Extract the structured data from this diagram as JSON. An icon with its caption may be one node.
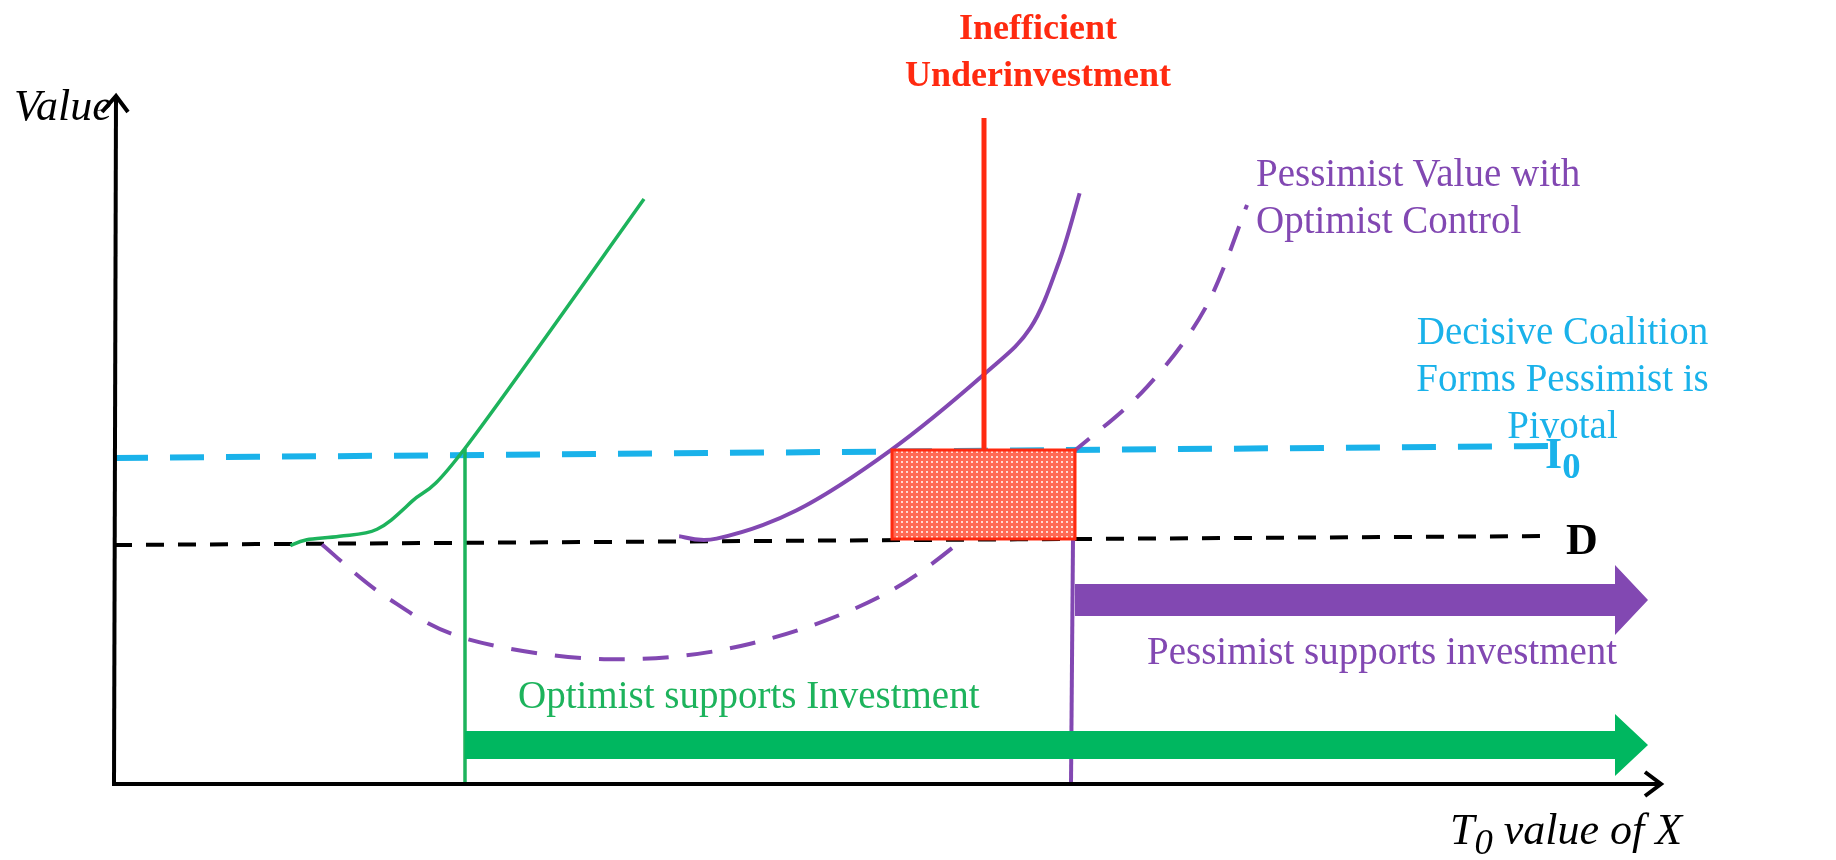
{
  "diagram": {
    "nodes": [
      {
        "text": [
          "Inefficient Underinvestment"
        ]
      },
      {
        "text": [],
        "shape": "box"
      }
    ],
    "edges": [
      {
        "from": 0,
        "to": 1,
        "arrow": "none"
      }
    ],
    "labels": [
      "Value",
      "Pessimist Value with Optimist Control",
      "Decisive Coalition Forms Pessimist is Pivotal",
      "I$_{0}$",
      "D",
      "Pessimist supports investment",
      "Optimist supports Investment",
      "T$_{0}$ value of X"
    ]
  }
}
